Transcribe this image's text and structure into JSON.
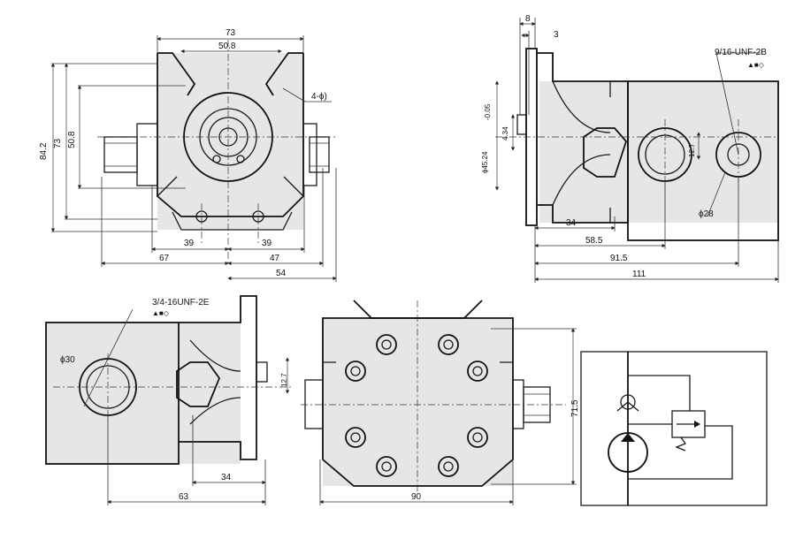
{
  "drawing": {
    "front_view": {
      "dims": {
        "top_width": "73",
        "inner_width": "50.8",
        "height_outer": "84.2",
        "height_mid": "73",
        "height_inner": "50.8",
        "left_half": "39",
        "right_half": "39",
        "left_total": "67",
        "right_total": "47",
        "right_port": "54"
      },
      "holes_note": "4-ϕ)"
    },
    "side_view": {
      "dims": {
        "flange_thk": "8",
        "shaft_step": "3",
        "shaft_dia": "ϕ45.24",
        "shaft_tol": "-0.05",
        "key": "4.34",
        "port_d": "12.7",
        "port_dia": "ϕ28",
        "d34": "34",
        "d58": "58.5",
        "d91": "91.5",
        "d111": "111"
      },
      "thread": "9/16-UNF-2B",
      "thread_sub": "▲■◇"
    },
    "bottom_left_view": {
      "thread": "3/4-16UNF-2E",
      "thread_sub": "▲■◇",
      "dims": {
        "port_dia": "ϕ30",
        "port_d": "12.7",
        "d34": "34",
        "d63": "63"
      }
    },
    "rear_view": {
      "dims": {
        "width": "90",
        "height": "71.5"
      }
    }
  }
}
